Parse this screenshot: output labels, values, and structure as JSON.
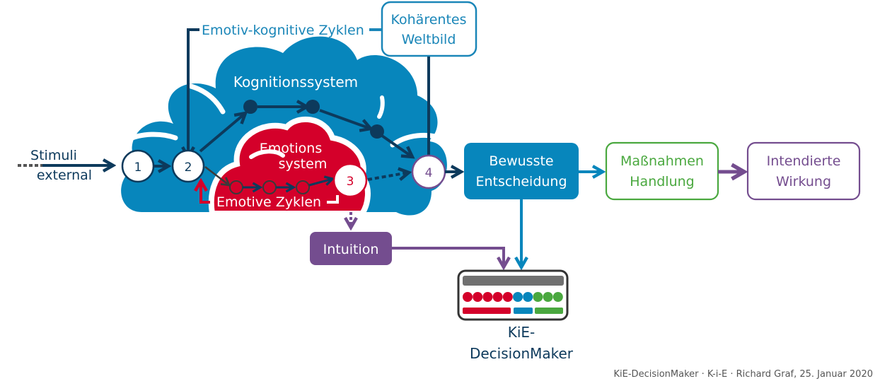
{
  "colors": {
    "cloud_blue": "#0786bc",
    "cloud_red": "#d4002a",
    "navy": "#0d3a5c",
    "purple": "#744d8f",
    "green": "#4aa83f",
    "gray": "#707070",
    "text_blue": "#1a86b8"
  },
  "labels": {
    "cycle_label": "Emotiv-kognitive Zyklen",
    "worldview_line1": "Kohärentes",
    "worldview_line2": "Weltbild",
    "cognition_system": "Kognitionssystem",
    "emotion_line1": "Emotions",
    "emotion_line2": "system",
    "emotive_cycles": "Emotive Zyklen",
    "stimuli_line1": "Stimuli",
    "stimuli_line2": "external",
    "decision_line1": "Bewusste",
    "decision_line2": "Entscheidung",
    "action_line1": "Maßnahmen",
    "action_line2": "Handlung",
    "effect_line1": "Intendierte",
    "effect_line2": "Wirkung",
    "intuition": "Intuition",
    "decisionmaker_line1": "KiE-",
    "decisionmaker_line2": "DecisionMaker"
  },
  "nodes": [
    "1",
    "2",
    "3",
    "4"
  ],
  "decisionmaker_icon": {
    "dots": [
      "red",
      "red",
      "red",
      "red",
      "red",
      "blue",
      "blue",
      "green",
      "green",
      "green"
    ],
    "bars": [
      "red",
      "blue",
      "green"
    ]
  },
  "footer": "KiE-DecisionMaker · K-i-E · Richard Graf, 25. Januar 2020"
}
